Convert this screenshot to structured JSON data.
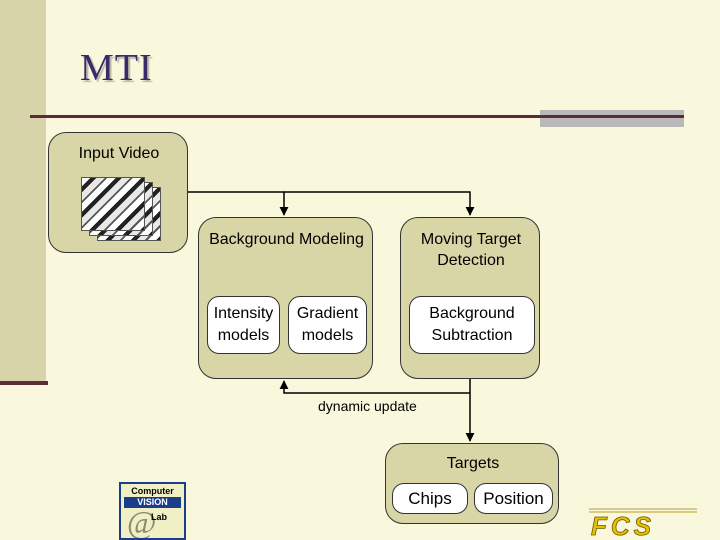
{
  "slide": {
    "title": "MTI"
  },
  "diagram": {
    "input_video": {
      "label": "Input Video"
    },
    "background_modeling": {
      "title": "Background Modeling",
      "intensity": "Intensity models",
      "gradient": "Gradient models"
    },
    "moving_target_detection": {
      "title": "Moving Target Detection",
      "subtraction": "Background Subtraction"
    },
    "dynamic_update": "dynamic update",
    "targets": {
      "title": "Targets",
      "chips": "Chips",
      "position": "Position"
    }
  },
  "logos": {
    "cvl": {
      "line1": "Computer",
      "line2": "VISION",
      "line3": "Lab"
    },
    "fcs": "FCS"
  },
  "colors": {
    "background": "#f9f8dc",
    "box_fill": "#d8d6a6",
    "accent_rule": "#5a2c38",
    "title": "#3a2a6a"
  }
}
